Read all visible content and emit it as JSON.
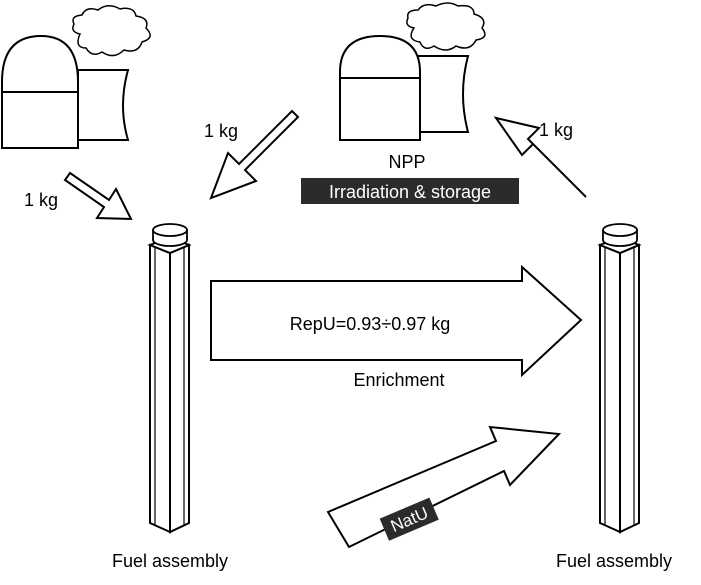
{
  "labels": {
    "npp": "NPP",
    "irradiation_storage": "Irradiation & storage",
    "mass_left_top": "1 kg",
    "mass_left": "1 kg",
    "mass_right": "1 kg",
    "repu": "RepU=0.93÷0.97 kg",
    "enrichment": "Enrichment",
    "natu": "NatU",
    "fuel_assembly_left": "Fuel assembly",
    "fuel_assembly_right": "Fuel assembly"
  },
  "colors": {
    "stroke": "#000000",
    "fill": "#ffffff",
    "label_highlight_bg": "#2b2b2b",
    "label_highlight_text": "#ffffff"
  },
  "icons": {
    "plant_left": "nuclear-plant-icon",
    "plant_center": "nuclear-plant-icon",
    "cloud": "cloud-icon",
    "fuel_assembly": "fuel-assembly-icon"
  }
}
